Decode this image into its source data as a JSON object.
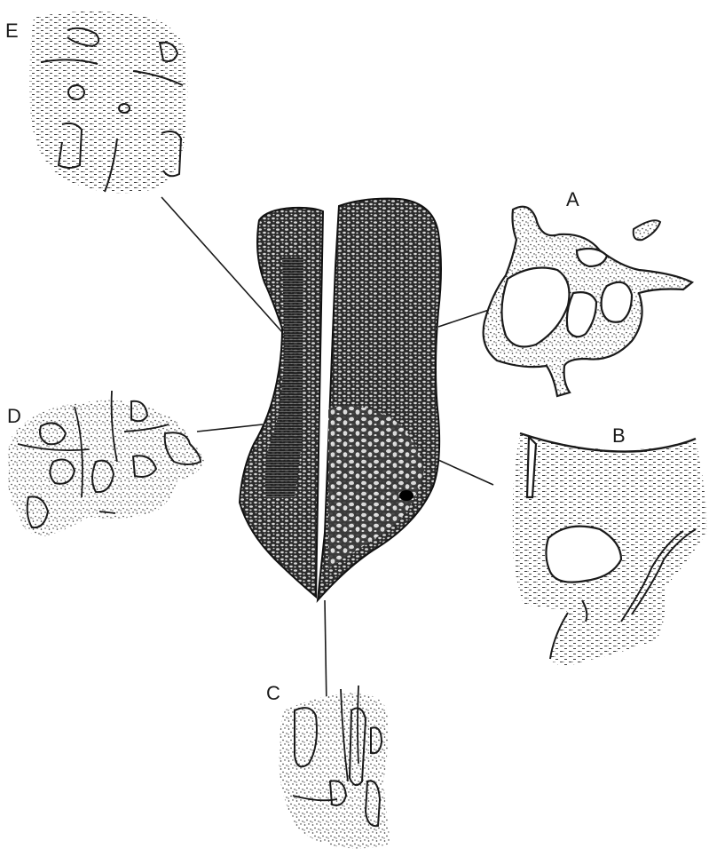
{
  "figure": {
    "labels": {
      "a": "A",
      "b": "B",
      "c": "C",
      "d": "D",
      "e": "E"
    },
    "colors": {
      "ink": "#1a1a1a",
      "paper": "#ffffff"
    }
  }
}
